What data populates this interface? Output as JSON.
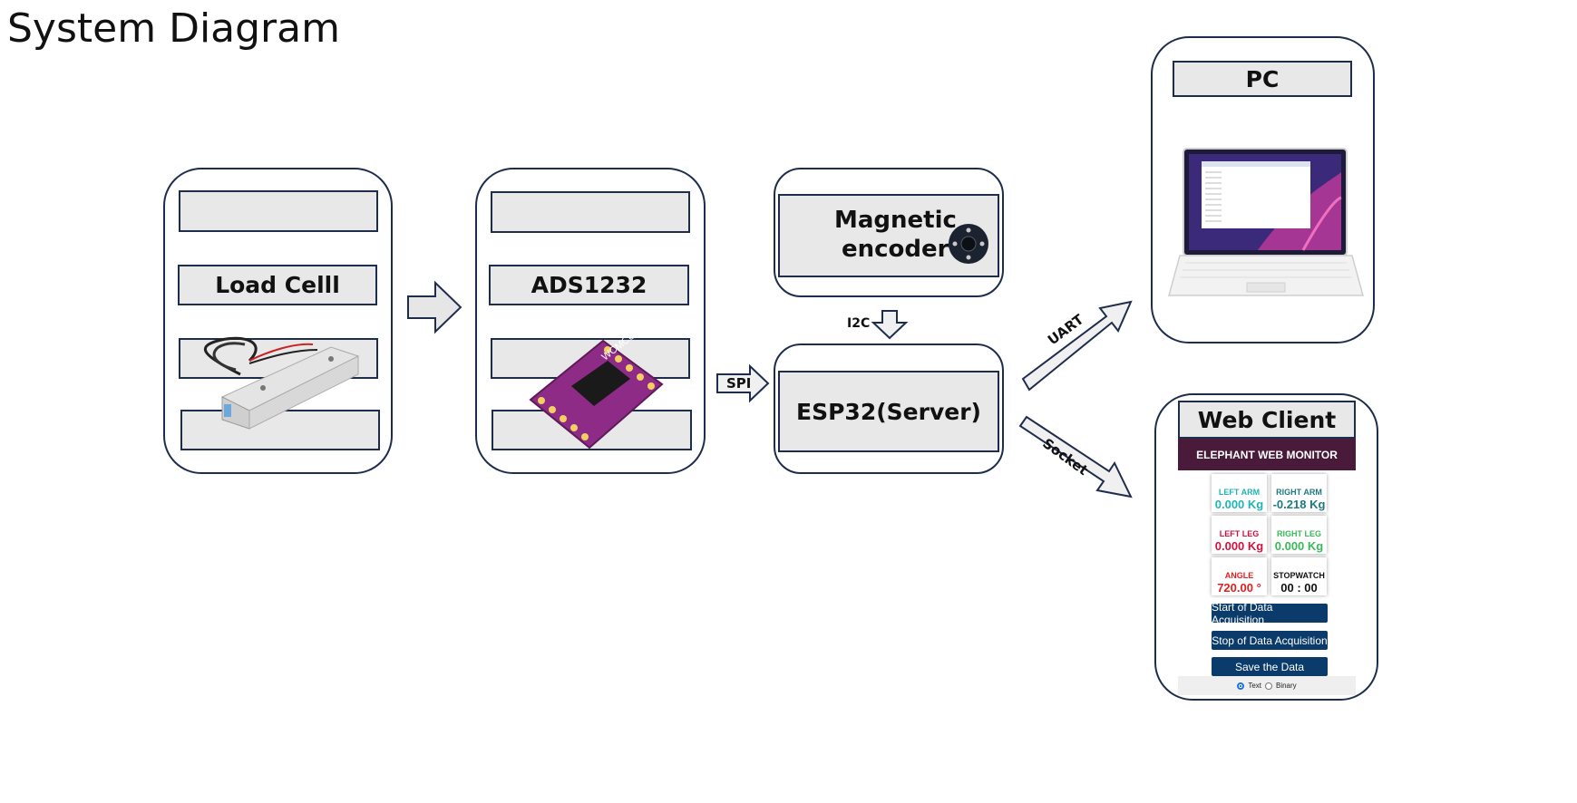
{
  "title": "System Diagram",
  "nodes": {
    "load_cell": {
      "label": "Load Celll"
    },
    "ads": {
      "label": "ADS1232",
      "chip_text": "WCMCU"
    },
    "encoder": {
      "label_line1": "Magnetic",
      "label_line2": "encoder"
    },
    "esp32": {
      "label": "ESP32(Server)"
    },
    "pc": {
      "label": "PC"
    },
    "web": {
      "label": "Web Client"
    }
  },
  "edges": {
    "spi": "SPI",
    "i2c": "I2C",
    "uart": "UART",
    "socket": "Socket"
  },
  "web_monitor": {
    "header": "ELEPHANT WEB MONITOR",
    "cards": [
      {
        "label": "LEFT ARM",
        "value": "0.000 Kg",
        "color": "#1fb5b5"
      },
      {
        "label": "RIGHT ARM",
        "value": "-0.218 Kg",
        "color": "#1e7a80"
      },
      {
        "label": "LEFT LEG",
        "value": "0.000 Kg",
        "color": "#d0123e"
      },
      {
        "label": "RIGHT LEG",
        "value": "0.000 Kg",
        "color": "#3cb85a"
      },
      {
        "label": "ANGLE",
        "value": "720.00 °",
        "color": "#e02020"
      },
      {
        "label": "STOPWATCH",
        "value": "00 : 00",
        "color": "#111111"
      }
    ],
    "buttons": [
      "Start of Data Acquisition",
      "Stop of Data Acquisition",
      "Save the Data"
    ],
    "radio": {
      "options": [
        "Text",
        "Binary"
      ],
      "selected": "Text"
    }
  },
  "colors": {
    "border": "#1f2d4d",
    "slot_fill": "#e8e8e8",
    "web_header": "#4a1a3a",
    "button": "#0b3b6a",
    "board": "#8e2b86"
  }
}
